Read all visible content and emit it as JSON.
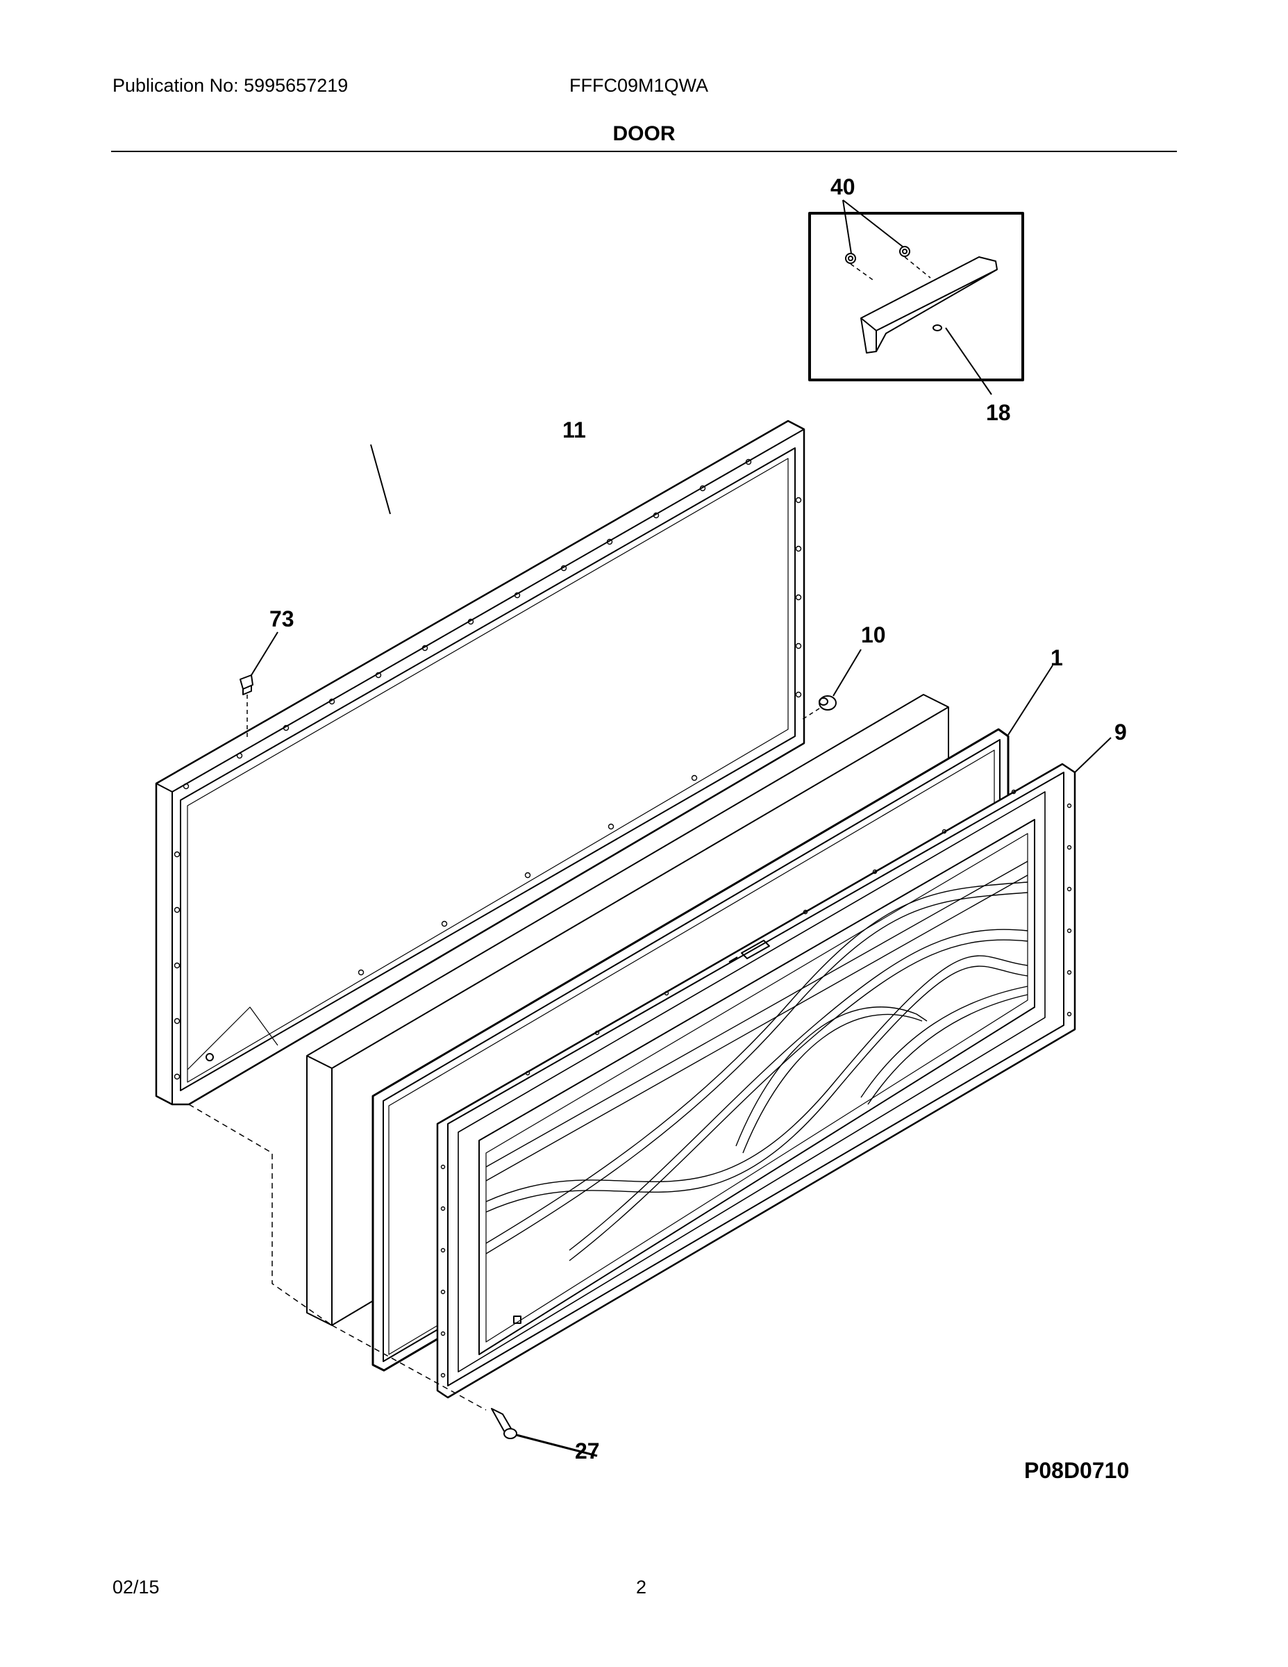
{
  "header": {
    "publication": "Publication No: 5995657219",
    "model": "FFFC09M1QWA",
    "title": "DOOR"
  },
  "callouts": {
    "c40": "40",
    "c18": "18",
    "c11": "11",
    "c73": "73",
    "c10": "10",
    "c1": "1",
    "c9": "9",
    "c27": "27"
  },
  "drawing_code": "P08D0710",
  "footer": {
    "date": "02/15",
    "page": "2"
  }
}
